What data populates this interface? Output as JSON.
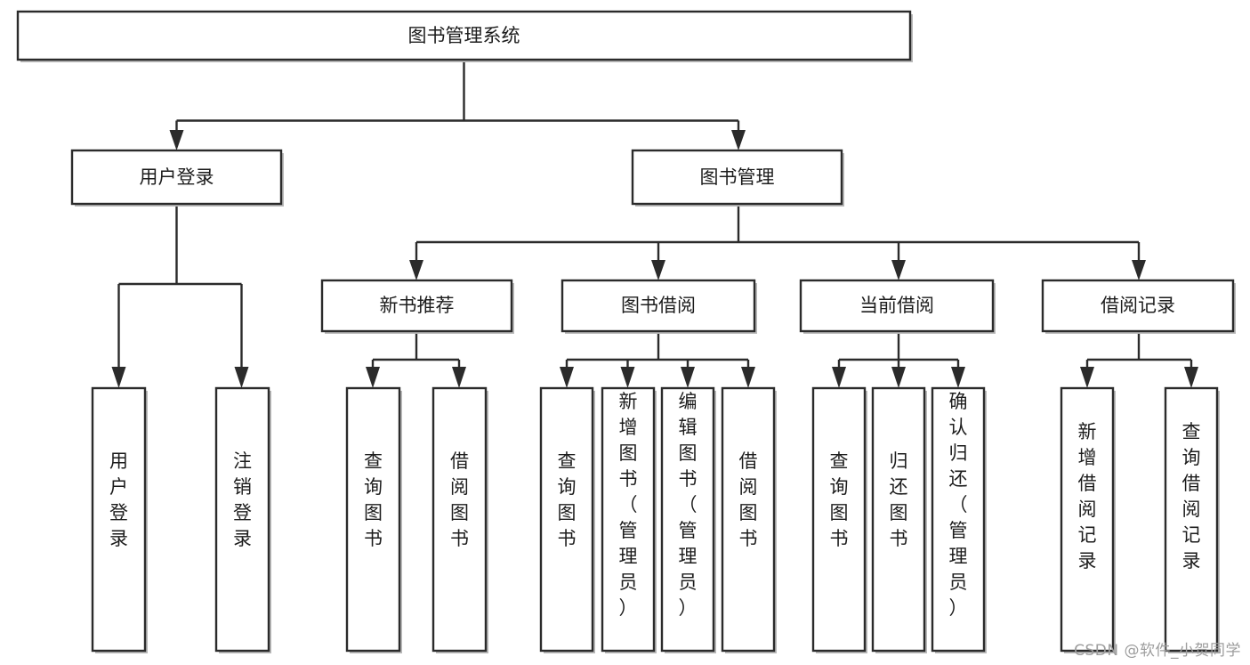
{
  "diagram": {
    "title": "图书管理系统",
    "type": "tree-hierarchy",
    "watermark": "CSDN @软件_小贺同学",
    "colors": {
      "node_fill": "#ffffff",
      "node_stroke": "#2b2b2b",
      "text": "#1c1c1c",
      "watermark": "#9d9d9d",
      "background": "#ffffff"
    },
    "nodes": {
      "root": {
        "label": "图书管理系统",
        "orientation": "horizontal"
      },
      "level1": [
        {
          "id": "user-login",
          "label": "用户登录",
          "orientation": "horizontal"
        },
        {
          "id": "book-manage",
          "label": "图书管理",
          "orientation": "horizontal"
        }
      ],
      "level2": [
        {
          "id": "new-book-rec",
          "label": "新书推荐",
          "orientation": "horizontal",
          "parent": "book-manage"
        },
        {
          "id": "book-borrow",
          "label": "图书借阅",
          "orientation": "horizontal",
          "parent": "book-manage"
        },
        {
          "id": "current-borrow",
          "label": "当前借阅",
          "orientation": "horizontal",
          "parent": "book-manage"
        },
        {
          "id": "borrow-record",
          "label": "借阅记录",
          "orientation": "horizontal",
          "parent": "book-manage"
        }
      ],
      "leaves": [
        {
          "id": "leaf-user-login",
          "label": "用户登录",
          "parent": "user-login",
          "orientation": "vertical"
        },
        {
          "id": "leaf-user-logout",
          "label": "注销登录",
          "parent": "user-login",
          "orientation": "vertical"
        },
        {
          "id": "leaf-query-book-1",
          "label": "查询图书",
          "parent": "new-book-rec",
          "orientation": "vertical"
        },
        {
          "id": "leaf-borrow-book-1",
          "label": "借阅图书",
          "parent": "new-book-rec",
          "orientation": "vertical"
        },
        {
          "id": "leaf-query-book-2",
          "label": "查询图书",
          "parent": "book-borrow",
          "orientation": "vertical"
        },
        {
          "id": "leaf-add-book",
          "label": "新增图书（管理员）",
          "parent": "book-borrow",
          "orientation": "vertical"
        },
        {
          "id": "leaf-edit-book",
          "label": "编辑图书（管理员）",
          "parent": "book-borrow",
          "orientation": "vertical"
        },
        {
          "id": "leaf-borrow-book-2",
          "label": "借阅图书",
          "parent": "book-borrow",
          "orientation": "vertical"
        },
        {
          "id": "leaf-query-book-3",
          "label": "查询图书",
          "parent": "current-borrow",
          "orientation": "vertical"
        },
        {
          "id": "leaf-return-book",
          "label": "归还图书",
          "parent": "current-borrow",
          "orientation": "vertical"
        },
        {
          "id": "leaf-confirm-return",
          "label": "确认归还（管理员）",
          "parent": "current-borrow",
          "orientation": "vertical"
        },
        {
          "id": "leaf-add-record",
          "label": "新增借阅记录",
          "parent": "borrow-record",
          "orientation": "vertical"
        },
        {
          "id": "leaf-query-record",
          "label": "查询借阅记录",
          "parent": "borrow-record",
          "orientation": "vertical"
        }
      ]
    }
  }
}
